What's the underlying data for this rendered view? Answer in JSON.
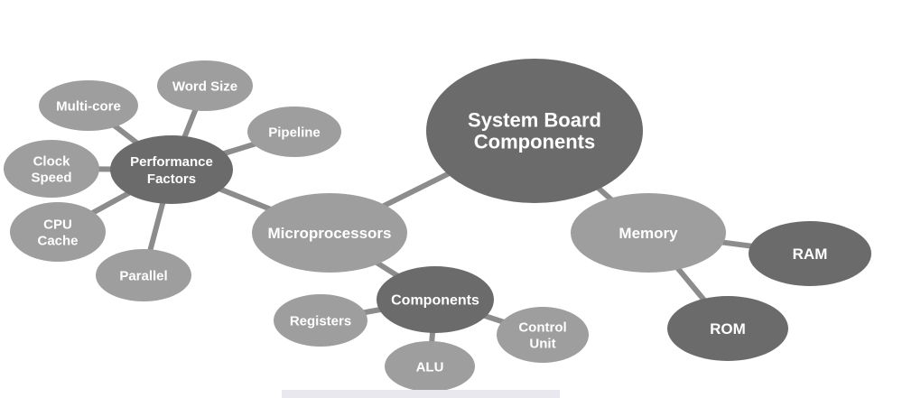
{
  "diagram": {
    "colors": {
      "dark": "#6b6b6b",
      "light": "#9e9e9e",
      "edge": "#8c8c8c",
      "text": "#ffffff"
    },
    "nodes": [
      {
        "id": "system-board",
        "lines": [
          "System Board",
          "Components"
        ],
        "tone": "dark"
      },
      {
        "id": "microprocessors",
        "lines": [
          "Microprocessors"
        ],
        "tone": "light"
      },
      {
        "id": "memory",
        "lines": [
          "Memory"
        ],
        "tone": "light"
      },
      {
        "id": "ram",
        "lines": [
          "RAM"
        ],
        "tone": "dark"
      },
      {
        "id": "rom",
        "lines": [
          "ROM"
        ],
        "tone": "dark"
      },
      {
        "id": "components",
        "lines": [
          "Components"
        ],
        "tone": "dark"
      },
      {
        "id": "registers",
        "lines": [
          "Registers"
        ],
        "tone": "light"
      },
      {
        "id": "alu",
        "lines": [
          "ALU"
        ],
        "tone": "light"
      },
      {
        "id": "control-unit",
        "lines": [
          "Control",
          "Unit"
        ],
        "tone": "light"
      },
      {
        "id": "performance-factors",
        "lines": [
          "Performance",
          "Factors"
        ],
        "tone": "dark"
      },
      {
        "id": "multi-core",
        "lines": [
          "Multi-core"
        ],
        "tone": "light"
      },
      {
        "id": "word-size",
        "lines": [
          "Word Size"
        ],
        "tone": "light"
      },
      {
        "id": "pipeline",
        "lines": [
          "Pipeline"
        ],
        "tone": "light"
      },
      {
        "id": "clock-speed",
        "lines": [
          "Clock",
          "Speed"
        ],
        "tone": "light"
      },
      {
        "id": "cpu-cache",
        "lines": [
          "CPU",
          "Cache"
        ],
        "tone": "light"
      },
      {
        "id": "parallel",
        "lines": [
          "Parallel"
        ],
        "tone": "light"
      }
    ],
    "edges": [
      [
        "system-board",
        "microprocessors"
      ],
      [
        "system-board",
        "memory"
      ],
      [
        "memory",
        "ram"
      ],
      [
        "memory",
        "rom"
      ],
      [
        "microprocessors",
        "components"
      ],
      [
        "components",
        "registers"
      ],
      [
        "components",
        "alu"
      ],
      [
        "components",
        "control-unit"
      ],
      [
        "microprocessors",
        "performance-factors"
      ],
      [
        "performance-factors",
        "multi-core"
      ],
      [
        "performance-factors",
        "word-size"
      ],
      [
        "performance-factors",
        "pipeline"
      ],
      [
        "performance-factors",
        "clock-speed"
      ],
      [
        "performance-factors",
        "cpu-cache"
      ],
      [
        "performance-factors",
        "parallel"
      ]
    ]
  }
}
